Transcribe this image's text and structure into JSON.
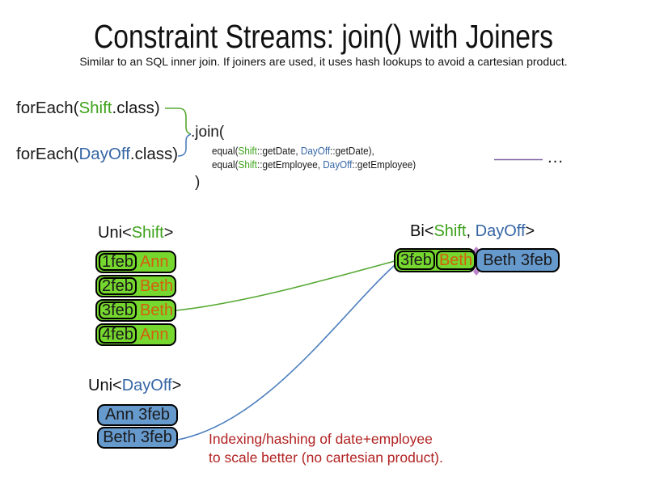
{
  "slide": {
    "title": "Constraint Streams: join() with Joiners",
    "subtitle": "Similar to an SQL inner join. If joiners are used, it uses hash lookups to avoid a cartesian product."
  },
  "code": {
    "foreach_shift": {
      "pre": "forEach(",
      "cls": "Shift",
      "post": ".class)"
    },
    "foreach_dayoff": {
      "pre": "forEach(",
      "cls": "DayOff",
      "post": ".class)"
    },
    "join_open": ".join(",
    "equal1": {
      "pre": "equal(",
      "cls1": "Shift",
      "mid": "::getDate, ",
      "cls2": "DayOff",
      "post": "::getDate),"
    },
    "equal2": {
      "pre": "equal(",
      "cls1": "Shift",
      "mid": "::getEmployee, ",
      "cls2": "DayOff",
      "post": "::getEmployee)"
    },
    "join_close": ")",
    "ellipsis": "…"
  },
  "uni_shift": {
    "label": {
      "pre": "Uni<",
      "cls": "Shift",
      "post": ">"
    },
    "rows": [
      {
        "date": "1feb",
        "name": "Ann"
      },
      {
        "date": "2feb",
        "name": "Beth"
      },
      {
        "date": "3feb",
        "name": "Beth"
      },
      {
        "date": "4feb",
        "name": "Ann"
      }
    ]
  },
  "bi": {
    "label": {
      "pre": "Bi<",
      "cls1": "Shift",
      "sep": ", ",
      "cls2": "DayOff",
      "post": ">"
    },
    "row": {
      "date": "3feb",
      "name": "Beth",
      "pair": "Beth 3feb"
    }
  },
  "uni_dayoff": {
    "label": {
      "pre": "Uni<",
      "cls": "DayOff",
      "post": ">"
    },
    "rows": [
      {
        "text": "Ann 3feb"
      },
      {
        "text": "Beth 3feb"
      }
    ]
  },
  "note": {
    "line1": "Indexing/hashing of date+employee",
    "line2": "to scale better (no cartesian product)."
  },
  "colors": {
    "class_green": "#3da21a",
    "class_blue": "#3465a4",
    "name_orange": "#d45f0e",
    "note_red": "#b22222",
    "box_green": "#76d72e",
    "box_blue": "#6699cc",
    "line_green": "#56a832",
    "line_blue": "#4d7fbe",
    "line_purple": "#8064a2"
  }
}
